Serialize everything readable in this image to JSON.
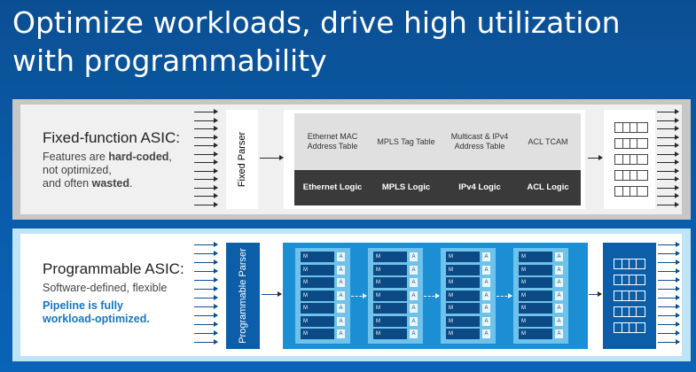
{
  "title": "Optimize workloads, drive high utilization with programmability",
  "fixed": {
    "heading": "Fixed-function ASIC:",
    "desc_1": "Features are ",
    "desc_hard": "hard-coded",
    "desc_2": ", not optimized,",
    "desc_3": "and often ",
    "desc_wasted": "wasted",
    "desc_4": ".",
    "parser_label": "Fixed Parser",
    "stages": [
      {
        "table": "Ethernet MAC Address Table",
        "logic": "Ethernet Logic"
      },
      {
        "table": "MPLS Tag Table",
        "logic": "MPLS Logic"
      },
      {
        "table": "Multicast & IPv4 Address Table",
        "logic": "IPv4 Logic"
      },
      {
        "table": "ACL TCAM",
        "logic": "ACL Logic"
      }
    ]
  },
  "programmable": {
    "heading": "Programmable ASIC:",
    "desc": "Software-defined, flexible",
    "highlight_1": "Pipeline is fully",
    "highlight_2": "workload-optimized.",
    "parser_label": "Programmable Parser",
    "match_label": "M",
    "action_label": "A"
  },
  "colors": {
    "background": "#0a5aa8",
    "fixed_panel": "#c7c7c7",
    "programmable_panel": "#bfe4f6",
    "logic_dark": "#3a3a3a",
    "prog_block": "#1c8fd4",
    "prog_column": "#6fc3ea",
    "match_block": "#0c4a86",
    "highlight_text": "#1676c4"
  }
}
